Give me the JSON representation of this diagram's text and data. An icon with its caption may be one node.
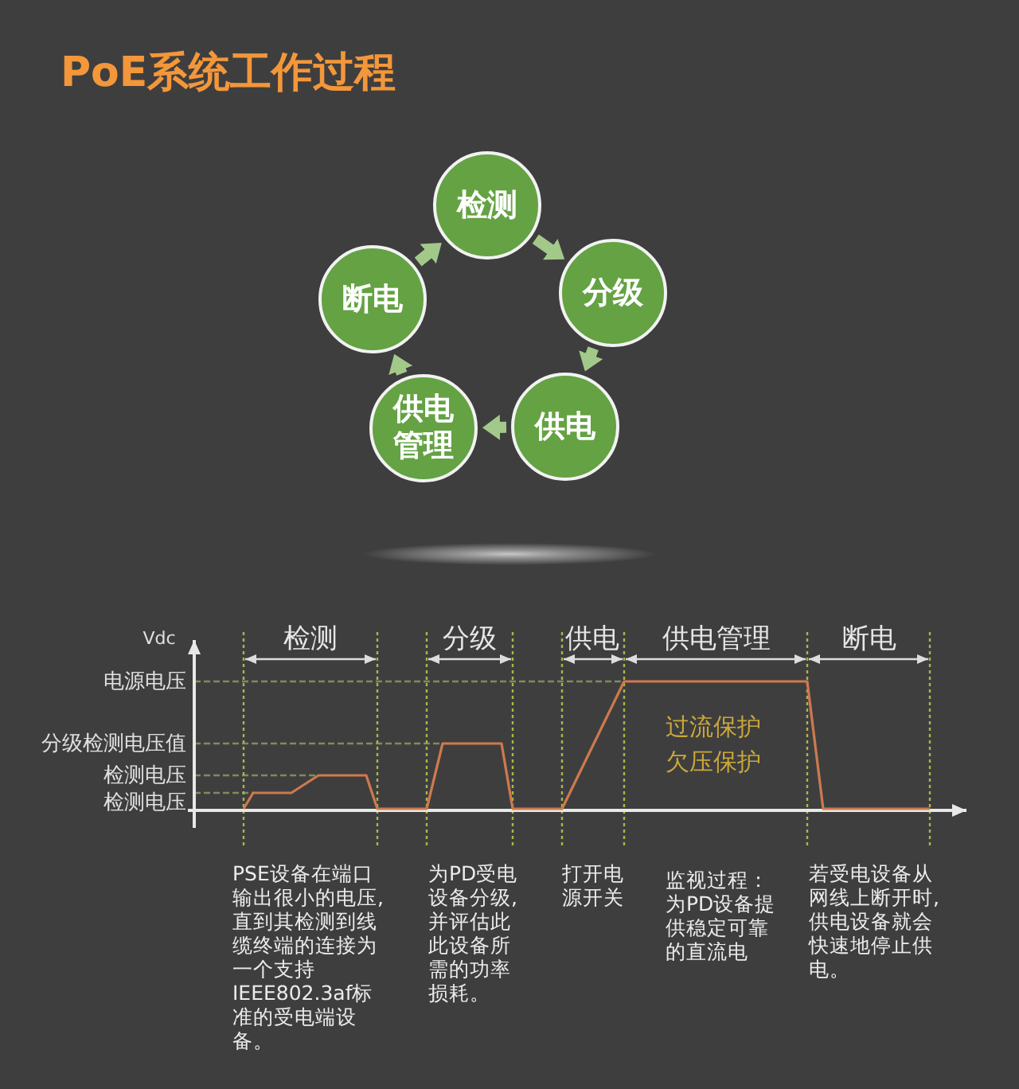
{
  "diagram": {
    "title": "PoE系统工作过程",
    "nodes": [
      {
        "text": [
          "检测"
        ]
      },
      {
        "text": [
          "分级"
        ]
      },
      {
        "text": [
          "供电"
        ]
      },
      {
        "text": [
          "供电管理"
        ]
      },
      {
        "text": [
          "断电"
        ]
      }
    ],
    "edges": [
      {
        "from": 0,
        "to": 1,
        "arrow": "to"
      },
      {
        "from": 1,
        "to": 2,
        "arrow": "to"
      },
      {
        "from": 2,
        "to": 3,
        "arrow": "to"
      },
      {
        "from": 3,
        "to": 4,
        "arrow": "to"
      },
      {
        "from": 4,
        "to": 0,
        "arrow": "to"
      }
    ],
    "labels": [
      "Vdc",
      "检测",
      "分级",
      "供电",
      "供电管理",
      "断电",
      "电源电压",
      "分级检测电压值",
      "检测电压",
      "检测电压",
      "过流保护",
      "欠压保护",
      "PSE设备在端口输出很小的电压,直到其检测到线缆终端的连接为一个支持IEEE802.3af标准的受电端设备。",
      "为PD受电设备分级,并评估此此设备所需的功率损耗。",
      "打开电源开关",
      "监视过程：为PD设备提供稳定可靠的直流电",
      "若受电设备从网线上断开时,供电设备就会快速地停止供电。"
    ]
  }
}
